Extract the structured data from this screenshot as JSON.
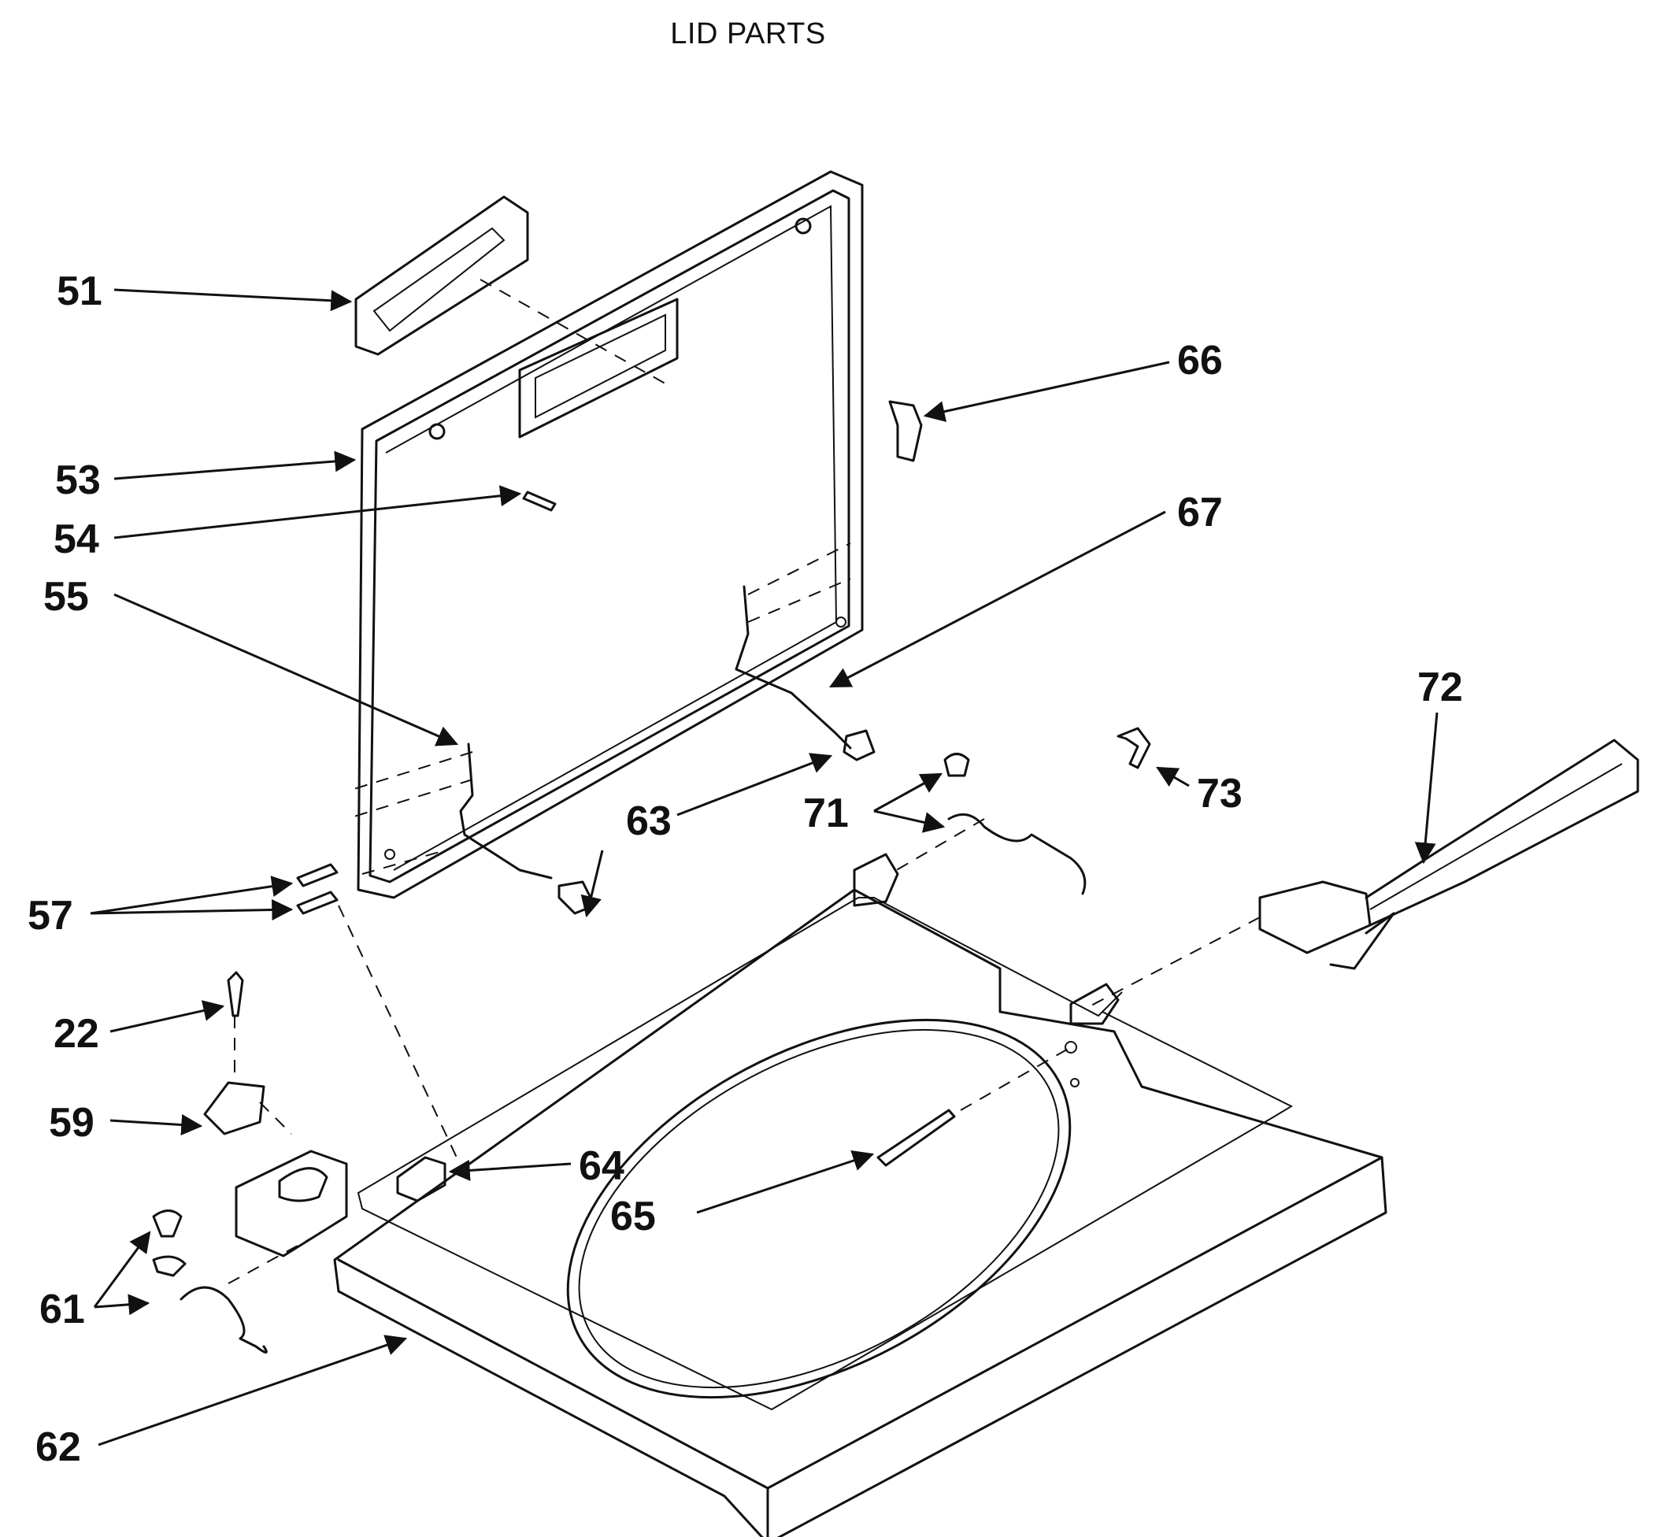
{
  "title": "LID PARTS",
  "callouts": [
    {
      "id": "51",
      "label": "51"
    },
    {
      "id": "53",
      "label": "53"
    },
    {
      "id": "54",
      "label": "54"
    },
    {
      "id": "55",
      "label": "55"
    },
    {
      "id": "57",
      "label": "57"
    },
    {
      "id": "22",
      "label": "22"
    },
    {
      "id": "59",
      "label": "59"
    },
    {
      "id": "61",
      "label": "61"
    },
    {
      "id": "62",
      "label": "62"
    },
    {
      "id": "63a",
      "label": "63"
    },
    {
      "id": "64",
      "label": "64"
    },
    {
      "id": "65",
      "label": "65"
    },
    {
      "id": "66",
      "label": "66"
    },
    {
      "id": "67",
      "label": "67"
    },
    {
      "id": "71",
      "label": "71"
    },
    {
      "id": "72",
      "label": "72"
    },
    {
      "id": "73",
      "label": "73"
    }
  ]
}
